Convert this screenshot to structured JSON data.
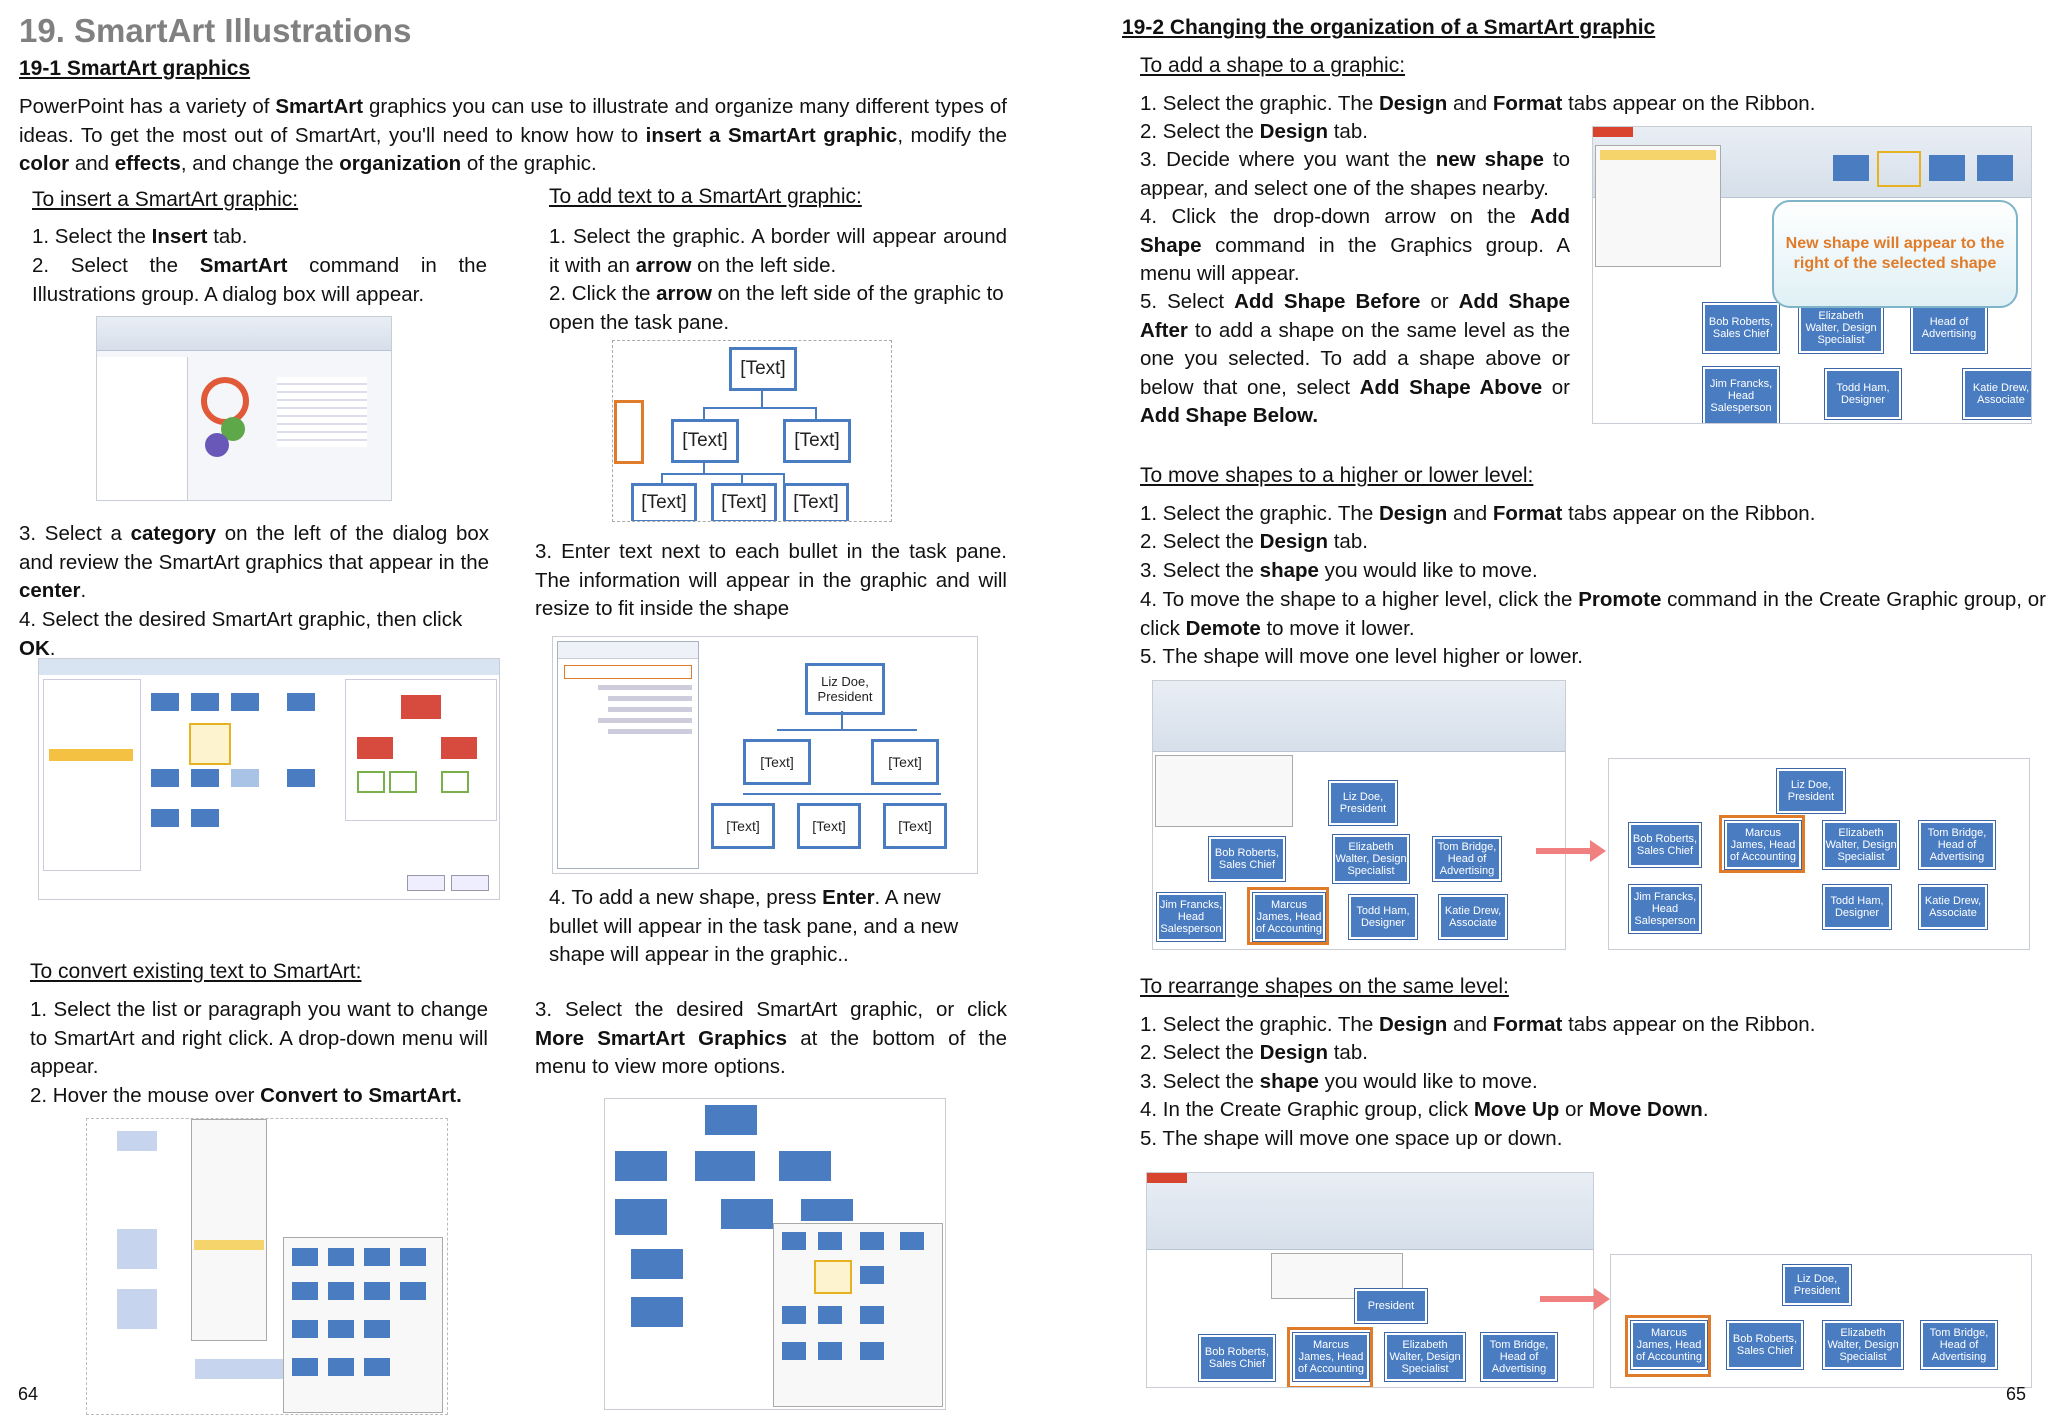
{
  "left_page": {
    "chapter_title": "19. SmartArt Illustrations",
    "section_title": "19-1 SmartArt graphics",
    "intro": {
      "t1": "PowerPoint has a variety of ",
      "b1": "SmartArt",
      "t2": " graphics you can use to illustrate and organize many different types of ideas. To get the most out of SmartArt, you'll need to know how to ",
      "b2": "insert a SmartArt graphic",
      "t3": ", modify the ",
      "b3": "color",
      "t4": " and ",
      "b4": "effects",
      "t5": ", and change the ",
      "b5": "organization",
      "t6": " of the graphic."
    },
    "insert": {
      "heading": "To insert a SmartArt graphic:",
      "s1_t1": "1. Select the ",
      "s1_b1": "Insert",
      "s1_t2": " tab.",
      "s2_t1": "2. Select the ",
      "s2_b1": "SmartArt",
      "s2_t2": " command in the Illustrations group. A dialog box will appear.",
      "s3_t1": "3. Select a ",
      "s3_b1": "category",
      "s3_t2": " on the left of the dialog box and review the SmartArt graphics that appear in the ",
      "s3_b2": "center",
      "s3_t3": ".",
      "s4_t1": "4. Select the desired SmartArt graphic, then click ",
      "s4_b1": "OK",
      "s4_t2": "."
    },
    "addtext": {
      "heading": "To add text to a SmartArt graphic:",
      "s1_t1": "1. Select the graphic. A border will appear around it with an ",
      "s1_b1": "arrow",
      "s1_t2": " on the left side.",
      "s2_t1": "2. Click the ",
      "s2_b1": "arrow",
      "s2_t2": " on the left side of the graphic to open the task pane.",
      "s3": "3. Enter text next to each bullet in the task pane. The information will appear in the graphic and will resize to fit inside the shape",
      "s4_t1": "4. To add a new shape, press ",
      "s4_b1": "Enter",
      "s4_t2": ". A new bullet will appear in the task pane, and a new shape will appear in the graphic..",
      "node_text": "[Text]",
      "liz": "Liz Doe, President"
    },
    "convert": {
      "heading": "To convert existing text to SmartArt:",
      "s1": "1. Select the list or paragraph you want to change to SmartArt and right click. A drop-down menu will appear.",
      "s2_t1": "2. Hover the mouse over ",
      "s2_b1": "Convert to SmartArt.",
      "s3_t1": "3. Select the desired SmartArt graphic, or click ",
      "s3_b1": "More SmartArt Graphics",
      "s3_t2": " at the bottom of the menu to view more options."
    },
    "page_number": "64"
  },
  "right_page": {
    "section_title": "19-2 Changing the organization of a SmartArt graphic",
    "addshape": {
      "heading": "To add a shape to a graphic:",
      "s1_t1": "1. Select the graphic. The ",
      "s1_b1": "Design",
      "s1_t2": " and ",
      "s1_b2": "Format",
      "s1_t3": " tabs appear on the Ribbon.",
      "s2_t1": "2. Select the ",
      "s2_b1": "Design",
      "s2_t2": " tab.",
      "s3_t1": "3. Decide where you want the ",
      "s3_b1": "new shape",
      "s3_t2": " to appear, and select one of the shapes nearby.",
      "s4_t1": "4. Click the drop-down arrow on the ",
      "s4_b1": "Add Shape",
      "s4_t2": " command in the Graphics group. A menu will appear.",
      "s5_t1": "5. Select ",
      "s5_b1": "Add Shape Before",
      "s5_t2": " or ",
      "s5_b2": "Add Shape After",
      "s5_t3": " to add a shape on the same level as the one you selected. To add a shape above or below that one, select ",
      "s5_b3": "Add Shape Above",
      "s5_t4": " or ",
      "s5_b4": "Add Shape Below.",
      "callout": "New shape will appear to the right of the selected shape"
    },
    "move": {
      "heading": "To move shapes to a higher or lower level:",
      "s1_t1": "1. Select the graphic. The ",
      "s1_b1": "Design",
      "s1_t2": " and ",
      "s1_b2": "Format",
      "s1_t3": " tabs appear on the Ribbon.",
      "s2_t1": "2. Select the ",
      "s2_b1": "Design",
      "s2_t2": " tab.",
      "s3_t1": "3. Select the ",
      "s3_b1": "shape",
      "s3_t2": " you would like to move.",
      "s4_t1": "4. To move the shape to a higher level, click the ",
      "s4_b1": "Promote",
      "s4_t2": " command in the Create Graphic group, or click ",
      "s4_b2": "Demote",
      "s4_t3": " to move it lower.",
      "s5": "5. The shape will move one level higher or lower."
    },
    "rearrange": {
      "heading": "To rearrange shapes on the same level:",
      "s1_t1": "1. Select the graphic. The ",
      "s1_b1": "Design",
      "s1_t2": " and ",
      "s1_b2": "Format",
      "s1_t3": " tabs appear on the Ribbon.",
      "s2_t1": "2. Select the ",
      "s2_b1": "Design",
      "s2_t2": " tab.",
      "s3_t1": "3. Select the ",
      "s3_b1": "shape",
      "s3_t2": " you would like to move.",
      "s4_t1": "4. In the Create Graphic group, click ",
      "s4_b1": "Move Up",
      "s4_t2": " or ",
      "s4_b2": "Move Down",
      "s4_t3": ".",
      "s5": "5. The shape will move one space up or down."
    },
    "page_number": "65"
  },
  "colors": {
    "smartart_blue": "#4a7cc2",
    "highlight_orange": "#e07b2a",
    "arrow_pink": "#f08080"
  }
}
